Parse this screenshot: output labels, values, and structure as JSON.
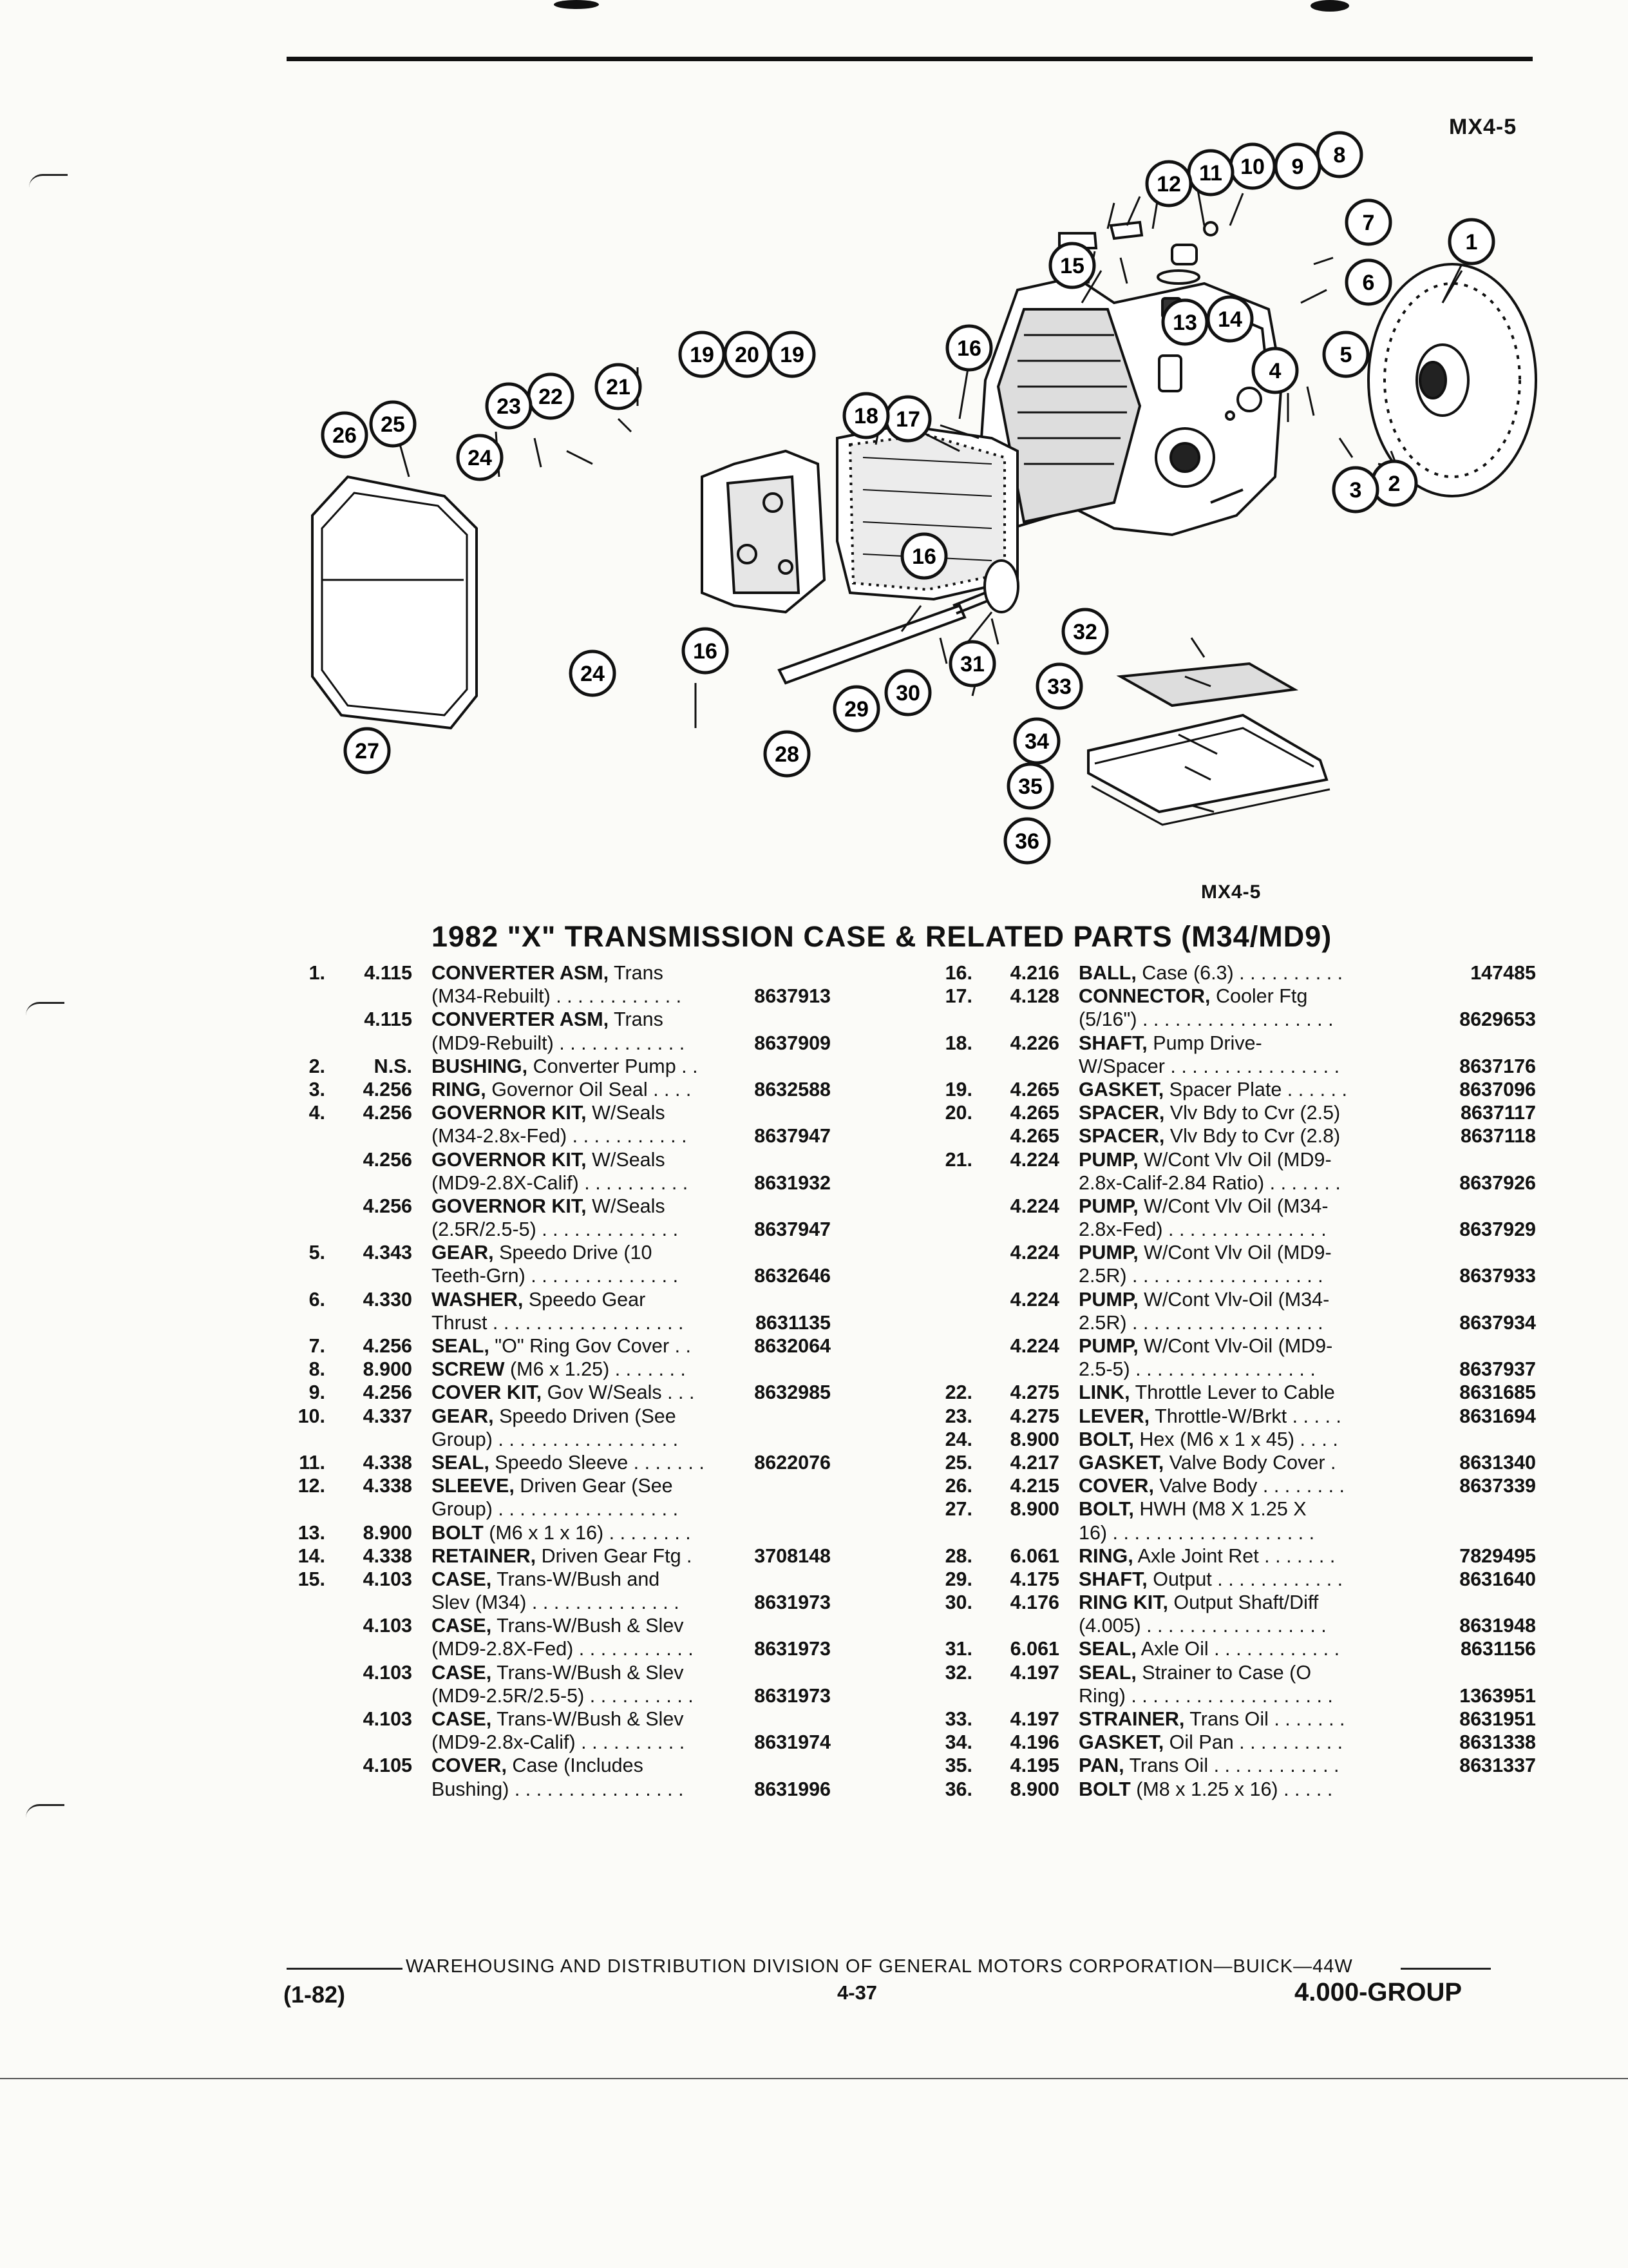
{
  "header": {
    "label_top": "MX4-5",
    "label_bottom": "MX4-5"
  },
  "title": "1982 \"X\" TRANSMISSION CASE & RELATED PARTS (M34/MD9)",
  "callouts": [
    "1",
    "2",
    "3",
    "4",
    "5",
    "6",
    "7",
    "8",
    "9",
    "10",
    "11",
    "12",
    "13",
    "14",
    "15",
    "16",
    "17",
    "18",
    "19",
    "20",
    "21",
    "22",
    "23",
    "24",
    "25",
    "26",
    "27",
    "28",
    "29",
    "30",
    "31",
    "32",
    "33",
    "34",
    "35",
    "36"
  ],
  "parts_left": [
    {
      "num": "1.",
      "grp": "4.115",
      "name": "CONVERTER ASM,",
      "rest": " Trans",
      "pn": ""
    },
    {
      "num": "",
      "grp": "",
      "name": "",
      "rest": "(M34-Rebuilt) . . . . . . . . . . . .",
      "pn": "8637913"
    },
    {
      "num": "",
      "grp": "4.115",
      "name": "CONVERTER ASM,",
      "rest": " Trans",
      "pn": ""
    },
    {
      "num": "",
      "grp": "",
      "name": "",
      "rest": "(MD9-Rebuilt) . . . . . . . . . . . .",
      "pn": "8637909"
    },
    {
      "num": "2.",
      "grp": "N.S.",
      "name": "BUSHING,",
      "rest": " Converter Pump . .",
      "pn": ""
    },
    {
      "num": "3.",
      "grp": "4.256",
      "name": "RING,",
      "rest": " Governor Oil Seal . . . .",
      "pn": "8632588"
    },
    {
      "num": "4.",
      "grp": "4.256",
      "name": "GOVERNOR KIT,",
      "rest": " W/Seals",
      "pn": ""
    },
    {
      "num": "",
      "grp": "",
      "name": "",
      "rest": "(M34-2.8x-Fed) . . . . . . . . . . .",
      "pn": "8637947"
    },
    {
      "num": "",
      "grp": "4.256",
      "name": "GOVERNOR KIT,",
      "rest": " W/Seals",
      "pn": ""
    },
    {
      "num": "",
      "grp": "",
      "name": "",
      "rest": "(MD9-2.8X-Calif) . . . . . . . . . .",
      "pn": "8631932"
    },
    {
      "num": "",
      "grp": "4.256",
      "name": "GOVERNOR KIT,",
      "rest": " W/Seals",
      "pn": ""
    },
    {
      "num": "",
      "grp": "",
      "name": "",
      "rest": "(2.5R/2.5-5) . . . . . . . . . . . . .",
      "pn": "8637947"
    },
    {
      "num": "5.",
      "grp": "4.343",
      "name": "GEAR,",
      "rest": " Speedo Drive (10",
      "pn": ""
    },
    {
      "num": "",
      "grp": "",
      "name": "",
      "rest": "Teeth-Grn) . . . . . . . . . . . . . .",
      "pn": "8632646"
    },
    {
      "num": "6.",
      "grp": "4.330",
      "name": "WASHER,",
      "rest": " Speedo Gear",
      "pn": ""
    },
    {
      "num": "",
      "grp": "",
      "name": "",
      "rest": "Thrust . . . . . . . . . . . . . . . . . .",
      "pn": "8631135"
    },
    {
      "num": "7.",
      "grp": "4.256",
      "name": "SEAL,",
      "rest": " \"O\" Ring Gov Cover . .",
      "pn": "8632064"
    },
    {
      "num": "8.",
      "grp": "8.900",
      "name": "SCREW",
      "rest": " (M6 x 1.25) . . . . . . .",
      "pn": ""
    },
    {
      "num": "9.",
      "grp": "4.256",
      "name": "COVER KIT,",
      "rest": " Gov W/Seals . . .",
      "pn": "8632985"
    },
    {
      "num": "10.",
      "grp": "4.337",
      "name": "GEAR,",
      "rest": " Speedo Driven (See",
      "pn": ""
    },
    {
      "num": "",
      "grp": "",
      "name": "",
      "rest": "Group) . . . . . . . . . . . . . . . . .",
      "pn": ""
    },
    {
      "num": "11.",
      "grp": "4.338",
      "name": "SEAL,",
      "rest": " Speedo Sleeve . . . . . . .",
      "pn": "8622076"
    },
    {
      "num": "12.",
      "grp": "4.338",
      "name": "SLEEVE,",
      "rest": " Driven Gear (See",
      "pn": ""
    },
    {
      "num": "",
      "grp": "",
      "name": "",
      "rest": "Group) . . . . . . . . . . . . . . . . .",
      "pn": ""
    },
    {
      "num": "13.",
      "grp": "8.900",
      "name": "BOLT",
      "rest": " (M6 x 1 x 16) . . . . . . . .",
      "pn": ""
    },
    {
      "num": "14.",
      "grp": "4.338",
      "name": "RETAINER,",
      "rest": " Driven Gear Ftg .",
      "pn": "3708148"
    },
    {
      "num": "15.",
      "grp": "4.103",
      "name": "CASE,",
      "rest": " Trans-W/Bush and",
      "pn": ""
    },
    {
      "num": "",
      "grp": "",
      "name": "",
      "rest": "Slev (M34) . . . . . . . . . . . . . .",
      "pn": "8631973"
    },
    {
      "num": "",
      "grp": "4.103",
      "name": "CASE,",
      "rest": " Trans-W/Bush & Slev",
      "pn": ""
    },
    {
      "num": "",
      "grp": "",
      "name": "",
      "rest": "(MD9-2.8X-Fed) . . . . . . . . . . .",
      "pn": "8631973"
    },
    {
      "num": "",
      "grp": "4.103",
      "name": "CASE,",
      "rest": " Trans-W/Bush & Slev",
      "pn": ""
    },
    {
      "num": "",
      "grp": "",
      "name": "",
      "rest": "(MD9-2.5R/2.5-5) . . . . . . . . . .",
      "pn": "8631973"
    },
    {
      "num": "",
      "grp": "4.103",
      "name": "CASE,",
      "rest": " Trans-W/Bush & Slev",
      "pn": ""
    },
    {
      "num": "",
      "grp": "",
      "name": "",
      "rest": "(MD9-2.8x-Calif) . . . . . . . . . .",
      "pn": "8631974"
    },
    {
      "num": "",
      "grp": "4.105",
      "name": "COVER,",
      "rest": " Case (Includes",
      "pn": ""
    },
    {
      "num": "",
      "grp": "",
      "name": "",
      "rest": "Bushing) . . . . . . . . . . . . . . . .",
      "pn": "8631996"
    }
  ],
  "parts_right": [
    {
      "num": "16.",
      "grp": "4.216",
      "name": "BALL,",
      "rest": " Case (6.3) . . . . . . . . . .",
      "pn": "147485"
    },
    {
      "num": "17.",
      "grp": "4.128",
      "name": "CONNECTOR,",
      "rest": " Cooler Ftg",
      "pn": ""
    },
    {
      "num": "",
      "grp": "",
      "name": "",
      "rest": "(5/16\") . . . . . . . . . . . . . . . . . .",
      "pn": "8629653"
    },
    {
      "num": "18.",
      "grp": "4.226",
      "name": "SHAFT,",
      "rest": " Pump Drive-",
      "pn": ""
    },
    {
      "num": "",
      "grp": "",
      "name": "",
      "rest": "W/Spacer . . . . . . . . . . . . . . . .",
      "pn": "8637176"
    },
    {
      "num": "19.",
      "grp": "4.265",
      "name": "GASKET,",
      "rest": " Spacer Plate . . . . . .",
      "pn": "8637096"
    },
    {
      "num": "20.",
      "grp": "4.265",
      "name": "SPACER,",
      "rest": " Vlv Bdy to Cvr (2.5)",
      "pn": "8637117"
    },
    {
      "num": "",
      "grp": "4.265",
      "name": "SPACER,",
      "rest": " Vlv Bdy to Cvr (2.8)",
      "pn": "8637118"
    },
    {
      "num": "21.",
      "grp": "4.224",
      "name": "PUMP,",
      "rest": " W/Cont Vlv Oil (MD9-",
      "pn": ""
    },
    {
      "num": "",
      "grp": "",
      "name": "",
      "rest": "2.8x-Calif-2.84 Ratio) . . . . . . .",
      "pn": "8637926"
    },
    {
      "num": "",
      "grp": "4.224",
      "name": "PUMP,",
      "rest": " W/Cont Vlv Oil (M34-",
      "pn": ""
    },
    {
      "num": "",
      "grp": "",
      "name": "",
      "rest": "2.8x-Fed) . . . . . . . . . . . . . . .",
      "pn": "8637929"
    },
    {
      "num": "",
      "grp": "4.224",
      "name": "PUMP,",
      "rest": " W/Cont Vlv Oil (MD9-",
      "pn": ""
    },
    {
      "num": "",
      "grp": "",
      "name": "",
      "rest": "2.5R) . . . . . . . . . . . . . . . . . .",
      "pn": "8637933"
    },
    {
      "num": "",
      "grp": "4.224",
      "name": "PUMP,",
      "rest": " W/Cont Vlv-Oil (M34-",
      "pn": ""
    },
    {
      "num": "",
      "grp": "",
      "name": "",
      "rest": "2.5R) . . . . . . . . . . . . . . . . . .",
      "pn": "8637934"
    },
    {
      "num": "",
      "grp": "4.224",
      "name": "PUMP,",
      "rest": " W/Cont Vlv-Oil (MD9-",
      "pn": ""
    },
    {
      "num": "",
      "grp": "",
      "name": "",
      "rest": "2.5-5) . . . . . . . . . . . . . . . . .",
      "pn": "8637937"
    },
    {
      "num": "22.",
      "grp": "4.275",
      "name": "LINK,",
      "rest": " Throttle Lever to Cable",
      "pn": "8631685"
    },
    {
      "num": "23.",
      "grp": "4.275",
      "name": "LEVER,",
      "rest": " Throttle-W/Brkt . . . . .",
      "pn": "8631694"
    },
    {
      "num": "24.",
      "grp": "8.900",
      "name": "BOLT,",
      "rest": " Hex (M6 x 1 x 45) . . . .",
      "pn": ""
    },
    {
      "num": "25.",
      "grp": "4.217",
      "name": "GASKET,",
      "rest": " Valve Body Cover .",
      "pn": "8631340"
    },
    {
      "num": "26.",
      "grp": "4.215",
      "name": "COVER,",
      "rest": " Valve Body . . . . . . . .",
      "pn": "8637339"
    },
    {
      "num": "27.",
      "grp": "8.900",
      "name": "BOLT,",
      "rest": " HWH (M8 X 1.25 X",
      "pn": ""
    },
    {
      "num": "",
      "grp": "",
      "name": "",
      "rest": "16) . . . . . . . . . . . . . . . . . . .",
      "pn": ""
    },
    {
      "num": "28.",
      "grp": "6.061",
      "name": "RING,",
      "rest": " Axle Joint Ret . . . . . . .",
      "pn": "7829495"
    },
    {
      "num": "29.",
      "grp": "4.175",
      "name": "SHAFT,",
      "rest": " Output . . . . . . . . . . . .",
      "pn": "8631640"
    },
    {
      "num": "30.",
      "grp": "4.176",
      "name": "RING KIT,",
      "rest": " Output Shaft/Diff",
      "pn": ""
    },
    {
      "num": "",
      "grp": "",
      "name": "",
      "rest": "(4.005) . . . . . . . . . . . . . . . . .",
      "pn": "8631948"
    },
    {
      "num": "31.",
      "grp": "6.061",
      "name": "SEAL,",
      "rest": " Axle Oil . . . . . . . . . . . .",
      "pn": "8631156"
    },
    {
      "num": "32.",
      "grp": "4.197",
      "name": "SEAL,",
      "rest": " Strainer to Case (O",
      "pn": ""
    },
    {
      "num": "",
      "grp": "",
      "name": "",
      "rest": "Ring) . . . . . . . . . . . . . . . . . . .",
      "pn": "1363951"
    },
    {
      "num": "33.",
      "grp": "4.197",
      "name": "STRAINER,",
      "rest": " Trans Oil . . . . . . .",
      "pn": "8631951"
    },
    {
      "num": "34.",
      "grp": "4.196",
      "name": "GASKET,",
      "rest": " Oil Pan . . . . . . . . . .",
      "pn": "8631338"
    },
    {
      "num": "35.",
      "grp": "4.195",
      "name": "PAN,",
      "rest": " Trans Oil . . . . . . . . . . . .",
      "pn": "8631337"
    },
    {
      "num": "36.",
      "grp": "8.900",
      "name": "BOLT",
      "rest": " (M8 x 1.25 x 16) . . . . .",
      "pn": ""
    }
  ],
  "footer": {
    "line_text": "WAREHOUSING AND DISTRIBUTION  DIVISION OF GENERAL MOTORS CORPORATION—BUICK—44W",
    "date": "(1-82)",
    "page": "4-37",
    "group": "4.000-GROUP"
  }
}
